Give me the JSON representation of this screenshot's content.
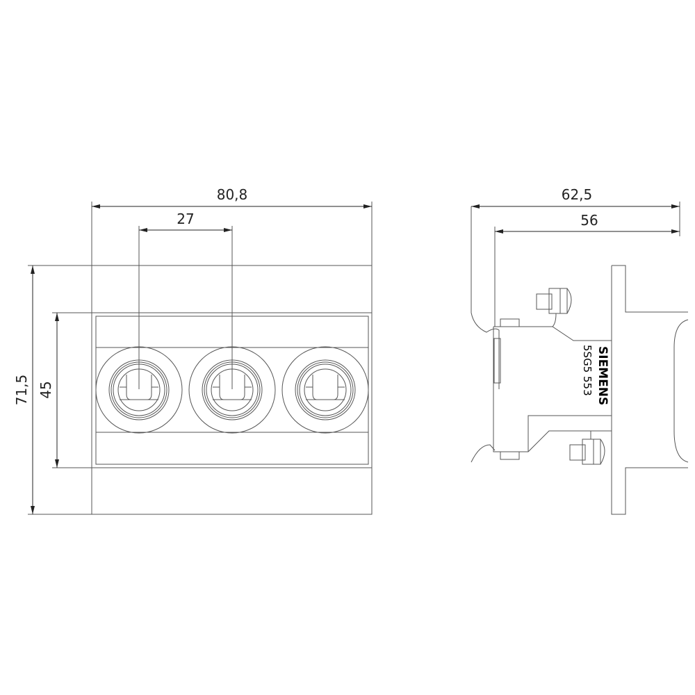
{
  "front_view": {
    "dims": {
      "width_overall": "80,8",
      "pitch": "27",
      "height_overall": "71,5",
      "height_body": "45"
    },
    "terminal_count": 3
  },
  "side_view": {
    "dims": {
      "depth_overall": "62,5",
      "depth_body": "56"
    },
    "label": {
      "brand": "SIEMENS",
      "part_number": "5SG5 553"
    }
  },
  "colors": {
    "line": "#555555",
    "text": "#222222"
  }
}
